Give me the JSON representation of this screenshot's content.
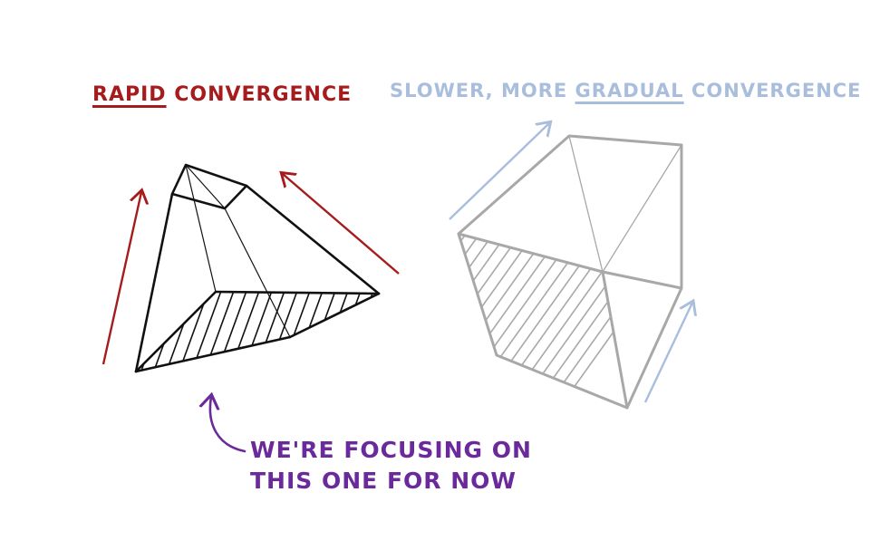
{
  "titles": {
    "left_em": "RAPID",
    "left_rest": "CONVERGENCE",
    "right_pre": "SLOWER, MORE",
    "right_em": "GRADUAL",
    "right_rest": "CONVERGENCE"
  },
  "note": {
    "line1": "WE'RE FOCUSING ON",
    "line2": "THIS ONE FOR NOW"
  },
  "colors": {
    "rapid": "#a61b1b",
    "gradual": "#a9bedc",
    "note": "#6b2a9c",
    "left_box": "#111111",
    "right_box": "#a8a8a8"
  },
  "icons": [
    "convergence-arrow-icon",
    "curved-pointer-arrow-icon"
  ]
}
